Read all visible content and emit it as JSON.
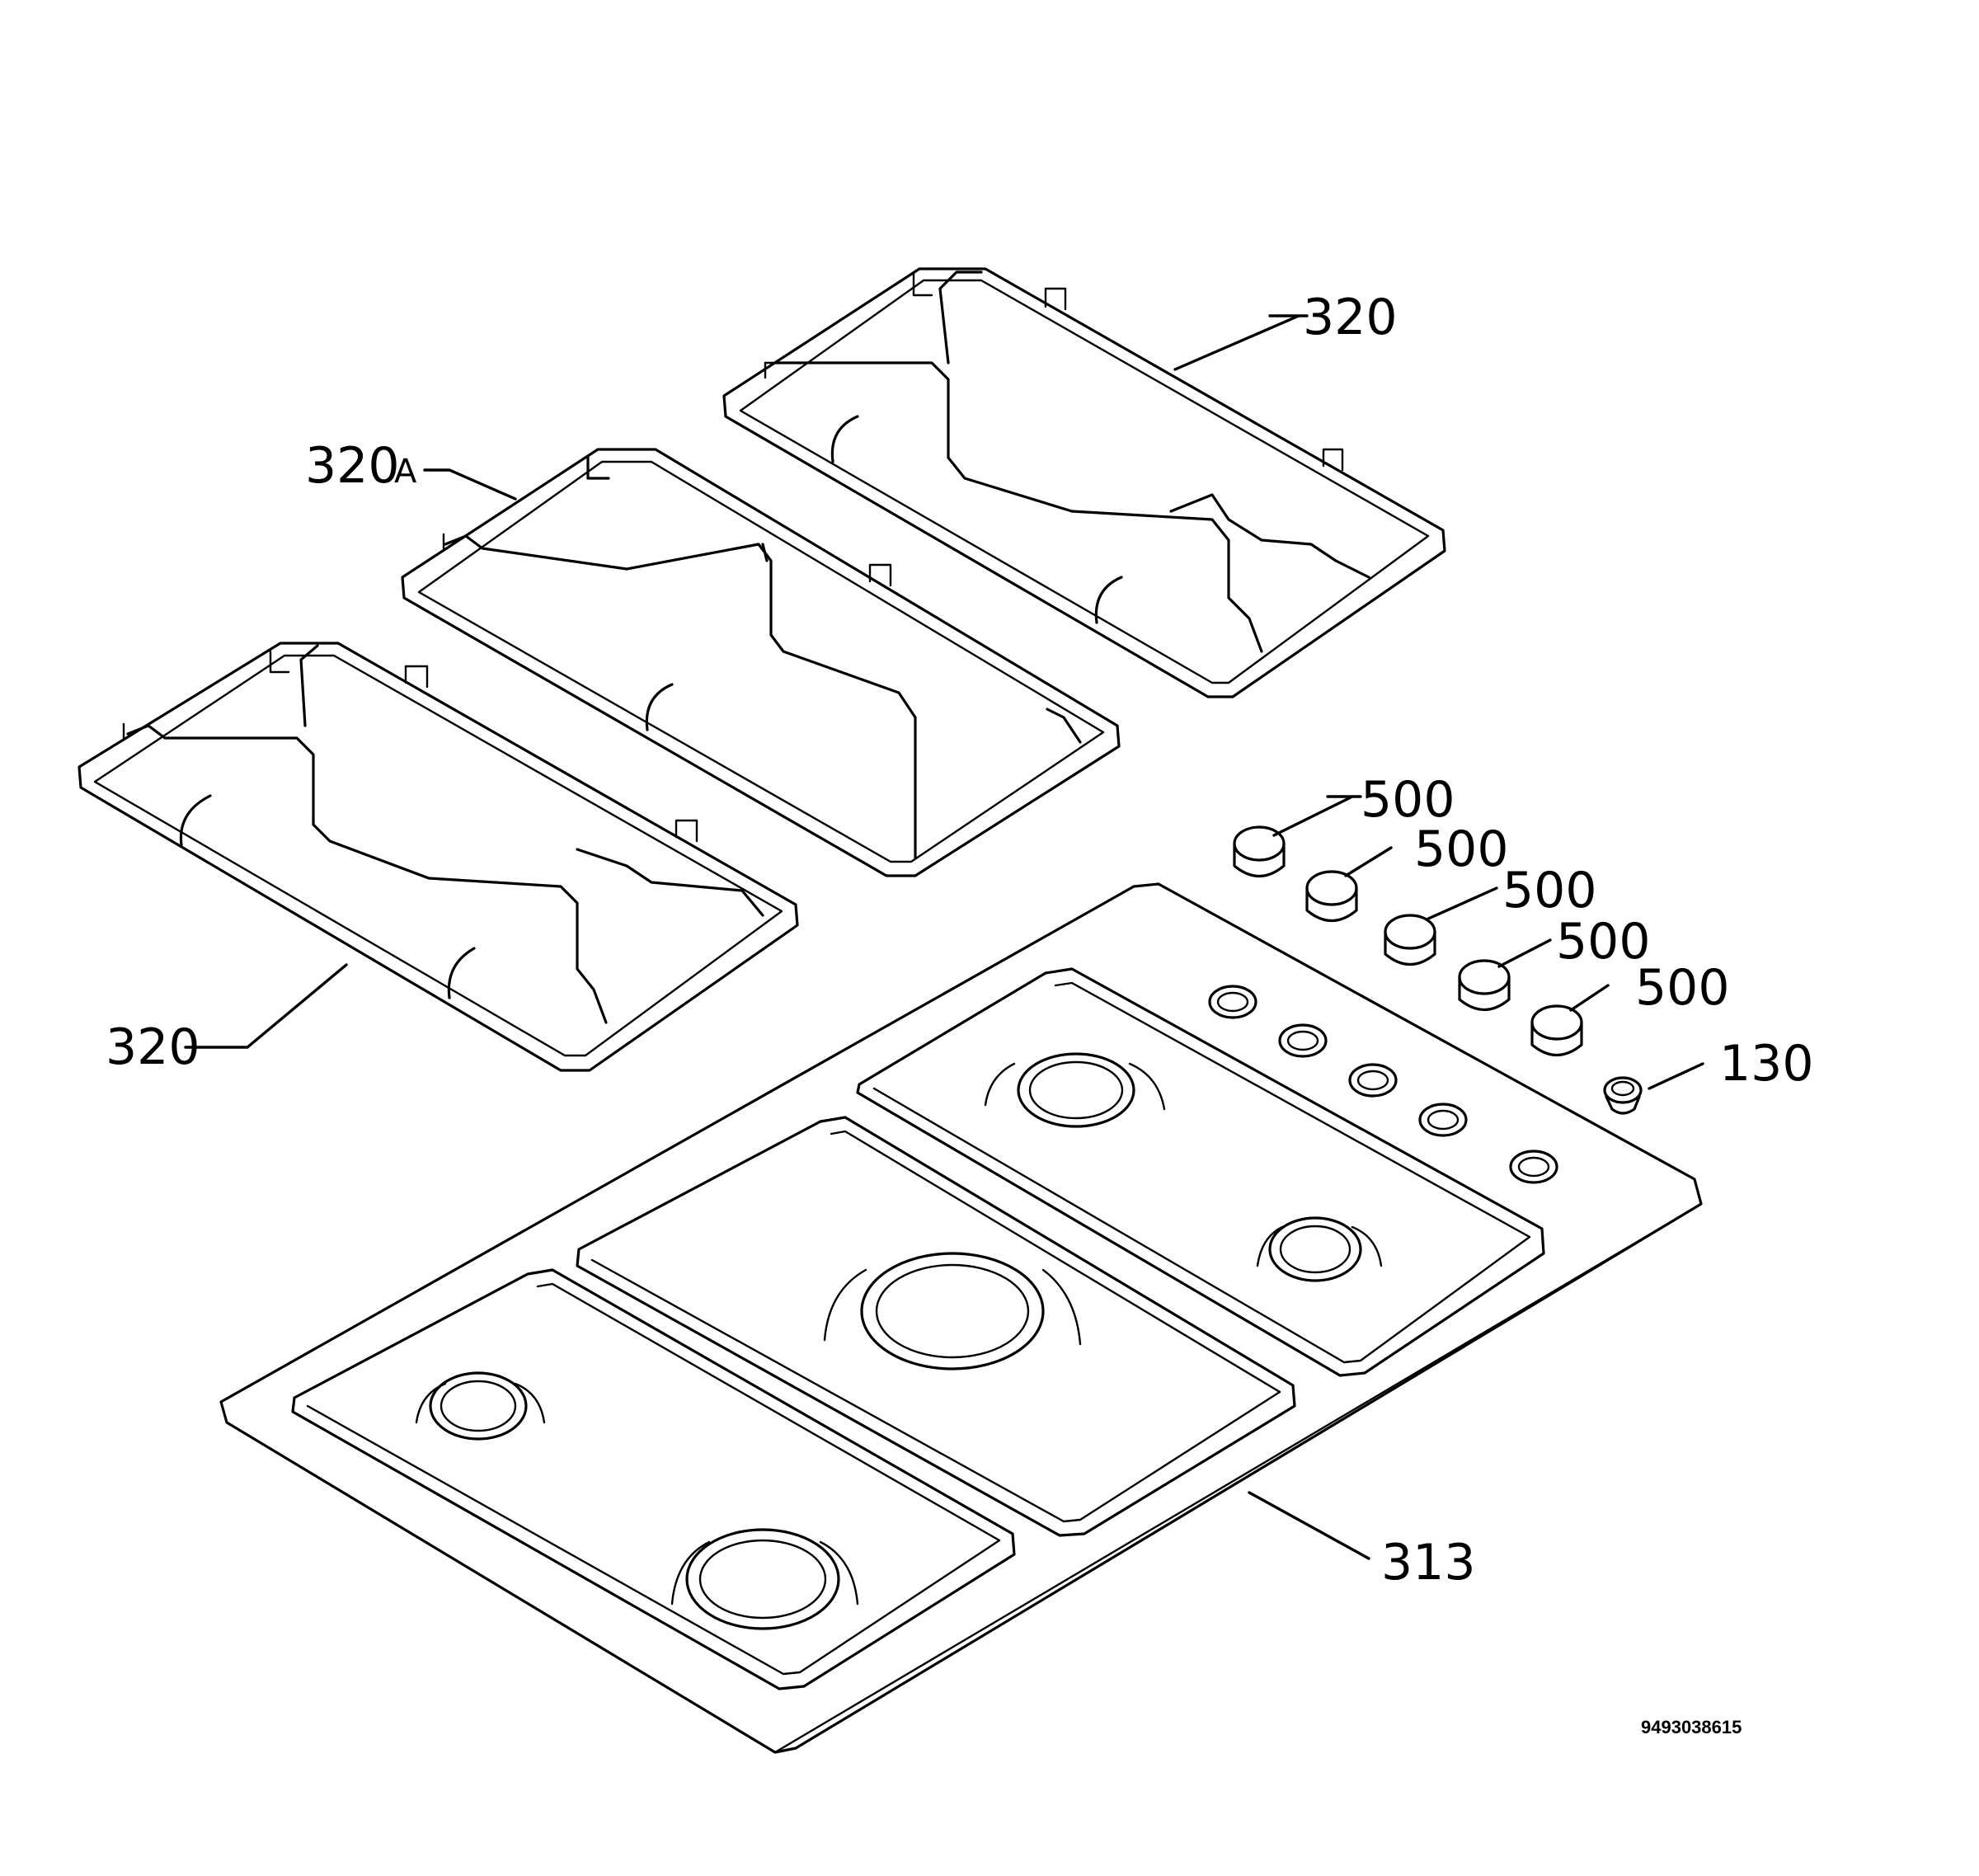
{
  "diagram": {
    "callouts": {
      "pan_support_rear": "320",
      "pan_support_middle_number": "320",
      "pan_support_middle_suffix": "A",
      "pan_support_front": "320",
      "knob_1": "500",
      "knob_2": "500",
      "knob_3": "500",
      "knob_4": "500",
      "knob_5": "500",
      "spark_button": "130",
      "hob_top": "313"
    },
    "document_number": "9493038615",
    "colors": {
      "line": "#000000",
      "background": "#ffffff"
    }
  }
}
